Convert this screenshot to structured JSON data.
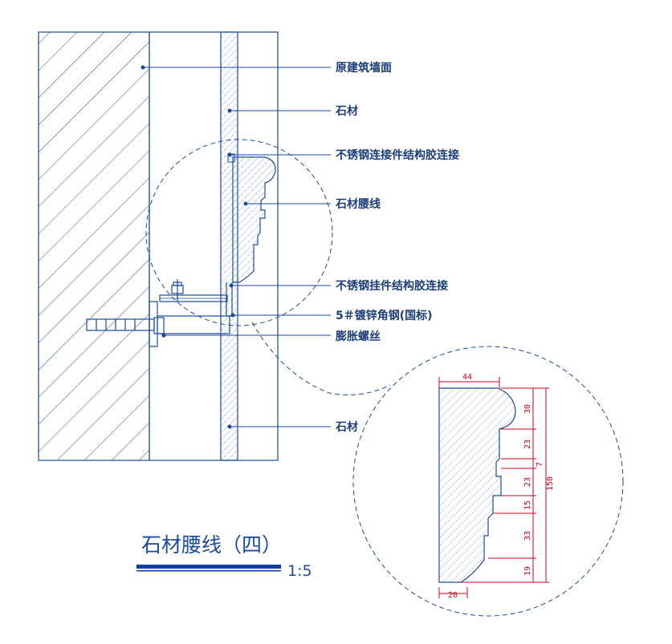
{
  "title": "石材腰线（四）",
  "scale": "1:5",
  "labels": {
    "wall": "原建筑墙面",
    "stone_top": "石材",
    "connector": "不锈钢连接件结构胶连接",
    "molding": "石材腰线",
    "hanger": "不锈钢挂件结构胶连接",
    "angle_steel": "5＃镀锌角钢(国标)",
    "bolt": "膨胀螺丝",
    "stone_bottom": "石材"
  },
  "dimensions": {
    "top_width": "44",
    "bottom_width": "20",
    "total_height": "150",
    "d1": "30",
    "d2": "23",
    "d3": "7",
    "d4": "23",
    "d5": "15",
    "d6": "33",
    "d7": "19"
  },
  "colors": {
    "line": "#1a4a9e",
    "dimension": "#d0021b",
    "title_bar": "#0b3fa8"
  }
}
